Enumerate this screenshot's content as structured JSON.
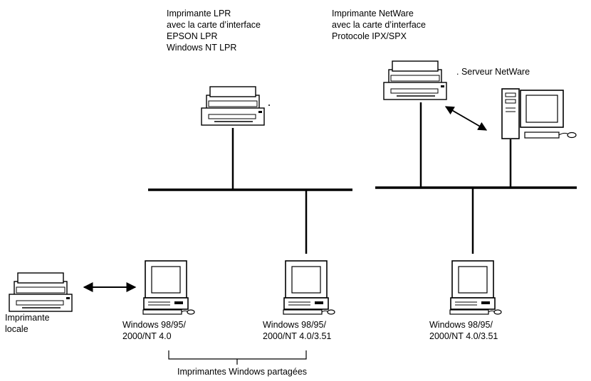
{
  "labels": {
    "lpr_printer": [
      "Imprimante LPR",
      "avec la carte d’interface",
      "EPSON LPR",
      "Windows NT LPR"
    ],
    "netware_printer": [
      "Imprimante NetWare",
      "avec la carte d’interface",
      "Protocole IPX/SPX"
    ],
    "netware_server": ". Serveur NetWare",
    "local_printer": [
      "Imprimante",
      "locale"
    ],
    "pc_left": [
      "Windows 98/95/",
      "2000/NT 4.0"
    ],
    "pc_middle": [
      "Windows 98/95/",
      "2000/NT 4.0/3.51"
    ],
    "pc_right": [
      "Windows 98/95/",
      "2000/NT 4.0/3.51"
    ],
    "shared": "Imprimantes Windows partagées"
  }
}
